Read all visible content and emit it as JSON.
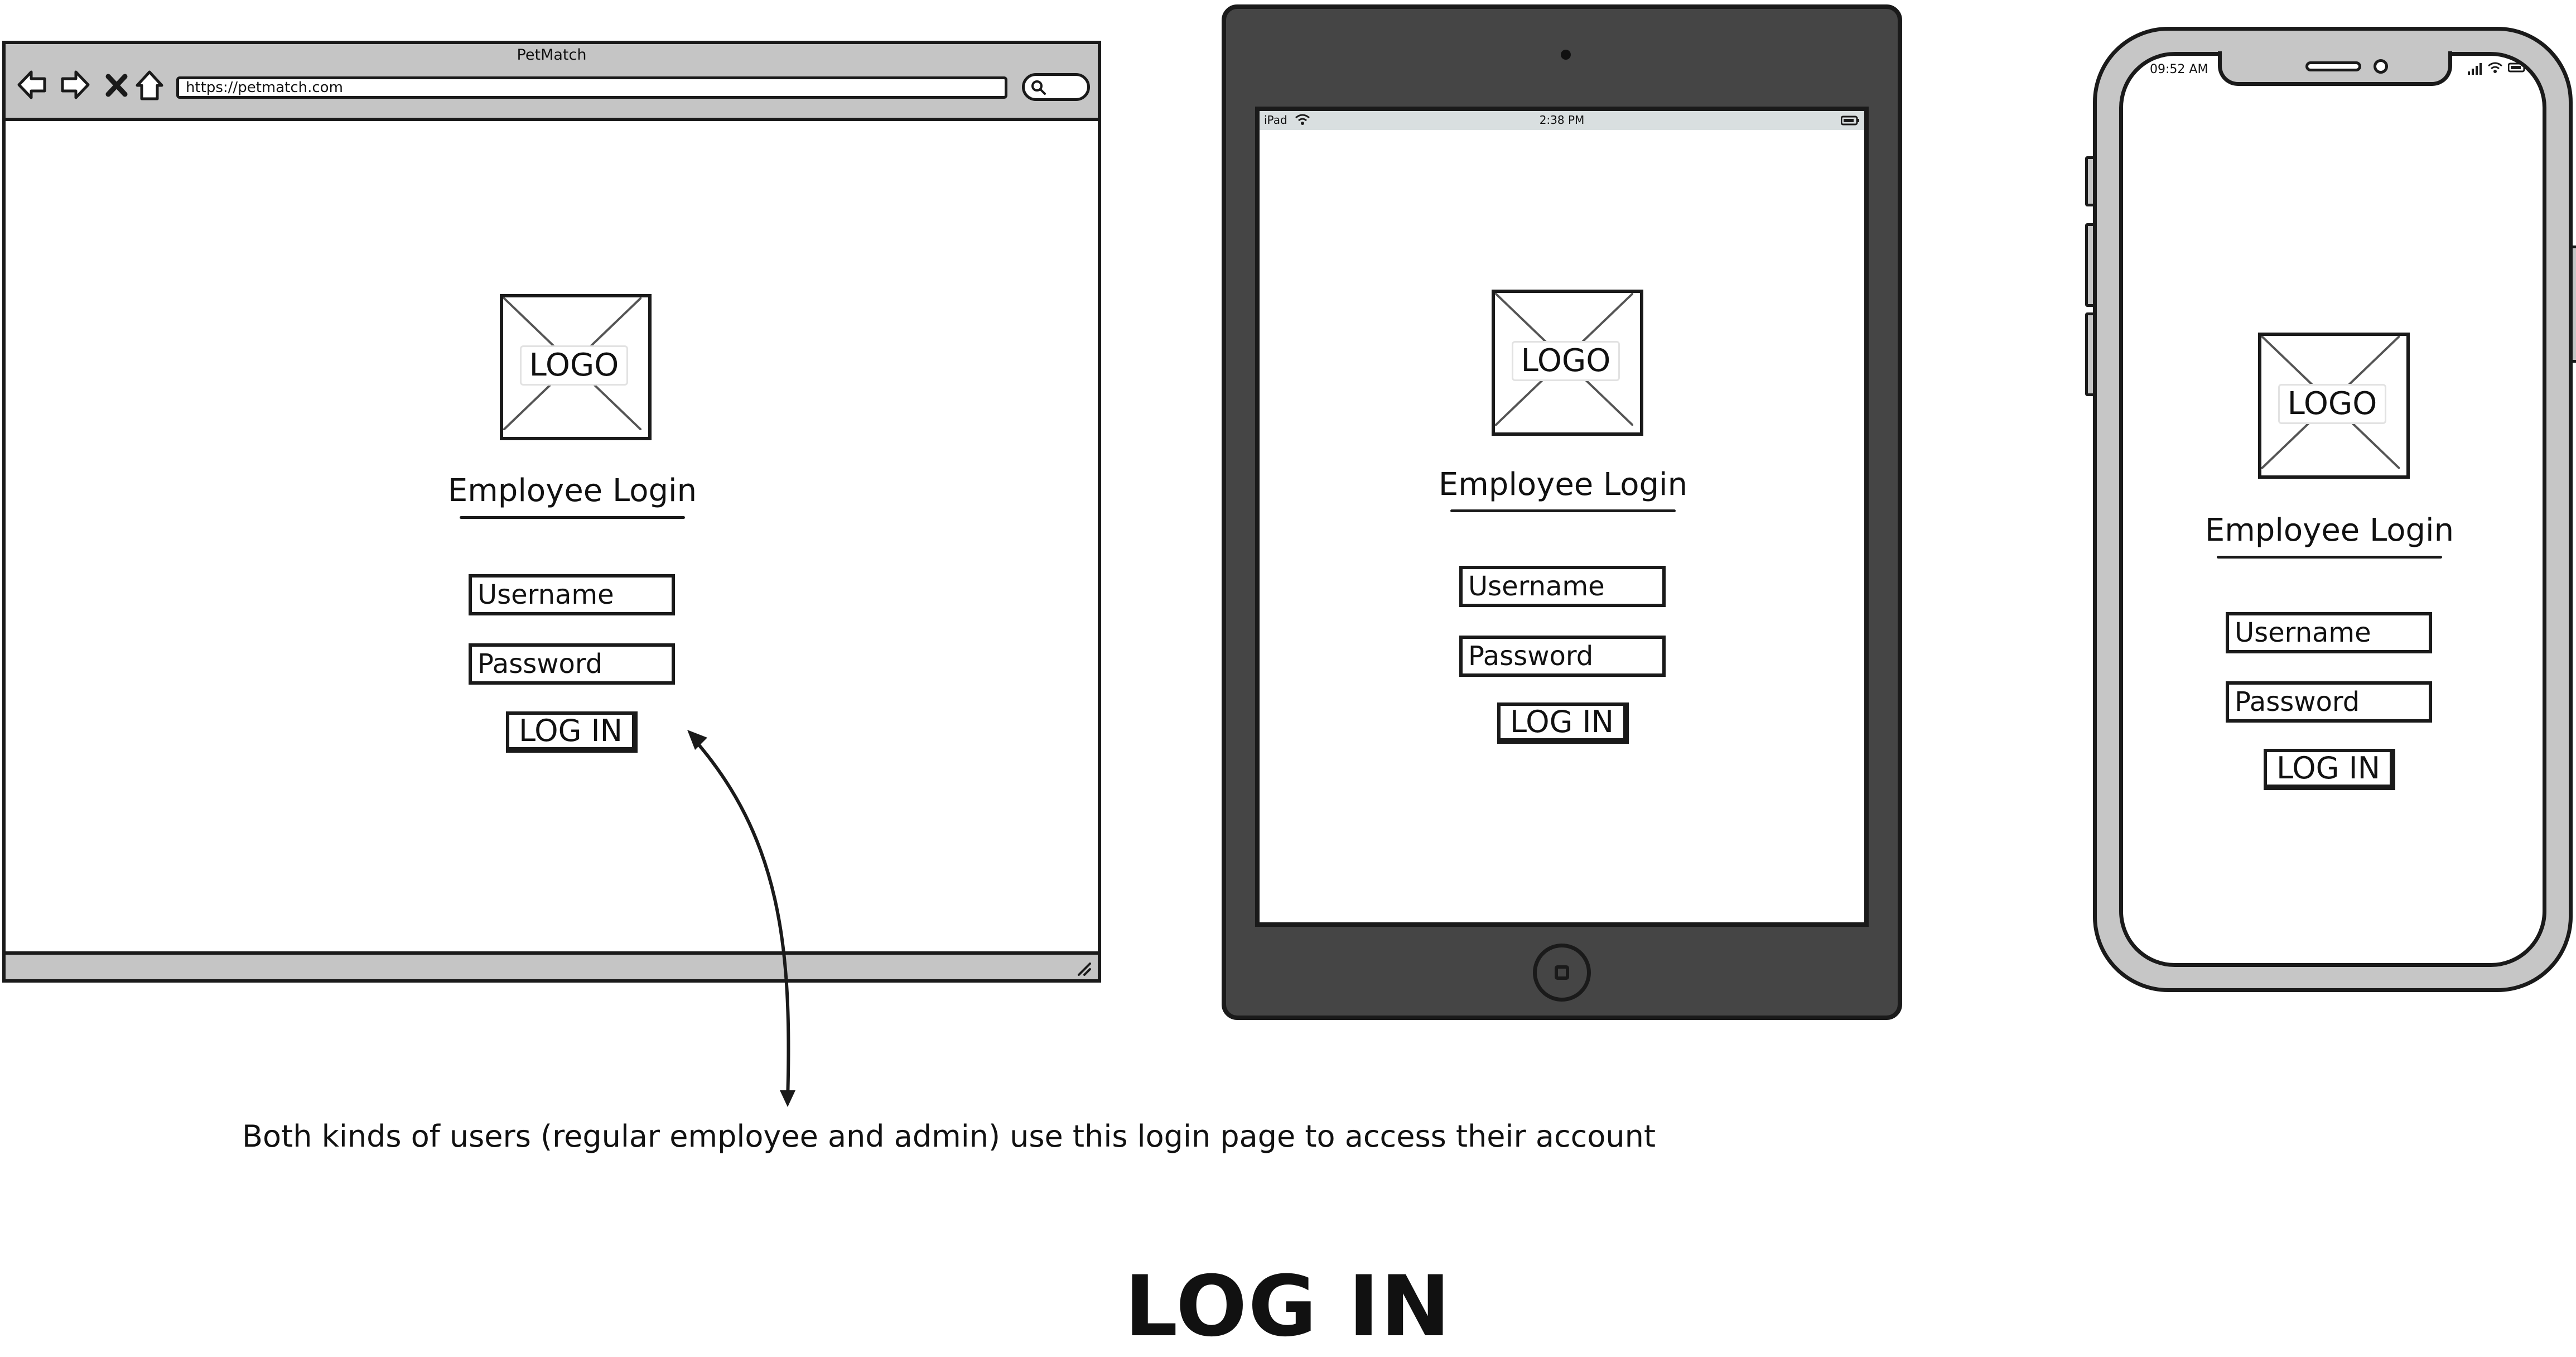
{
  "browser": {
    "title": "PetMatch",
    "url": "https://petmatch.com",
    "icons": [
      "back-arrow-icon",
      "forward-arrow-icon",
      "close-icon",
      "home-icon",
      "search-icon",
      "resize-grip-icon"
    ]
  },
  "tablet": {
    "status_left": "iPad",
    "status_time": "2:38 PM"
  },
  "phone": {
    "status_time": "09:52 AM"
  },
  "login": {
    "logo": "LOGO",
    "title": "Employee Login",
    "username_placeholder": "Username",
    "password_placeholder": "Password",
    "button_label": "LOG IN"
  },
  "annotation": "Both kinds of users (regular employee and admin) use this login page to access their account",
  "caption": "LOG IN",
  "colors": {
    "frame_gray": "#c5c5c5",
    "tablet_body": "#454545",
    "ink": "#1a1a1a"
  }
}
